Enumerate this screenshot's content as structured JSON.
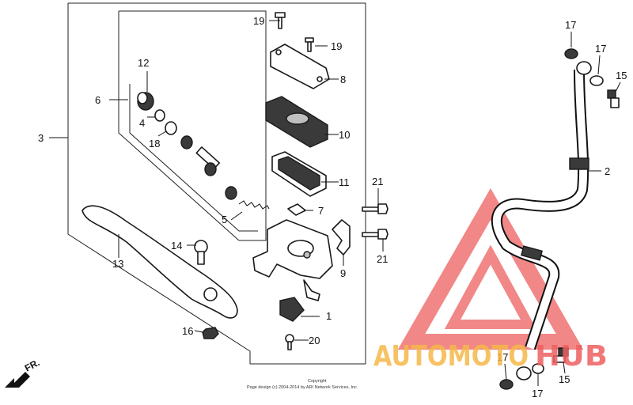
{
  "diagram": {
    "callouts": [
      {
        "id": "c1",
        "label": "1"
      },
      {
        "id": "c2",
        "label": "2"
      },
      {
        "id": "c3",
        "label": "3"
      },
      {
        "id": "c4",
        "label": "4"
      },
      {
        "id": "c5",
        "label": "5"
      },
      {
        "id": "c6",
        "label": "6"
      },
      {
        "id": "c7",
        "label": "7"
      },
      {
        "id": "c8",
        "label": "8"
      },
      {
        "id": "c9",
        "label": "9"
      },
      {
        "id": "c10",
        "label": "10"
      },
      {
        "id": "c11",
        "label": "11"
      },
      {
        "id": "c12",
        "label": "12"
      },
      {
        "id": "c13",
        "label": "13"
      },
      {
        "id": "c14",
        "label": "14"
      },
      {
        "id": "c15a",
        "label": "15"
      },
      {
        "id": "c15b",
        "label": "15"
      },
      {
        "id": "c16",
        "label": "16"
      },
      {
        "id": "c17a",
        "label": "17"
      },
      {
        "id": "c17b",
        "label": "17"
      },
      {
        "id": "c17c",
        "label": "17"
      },
      {
        "id": "c17d",
        "label": "17"
      },
      {
        "id": "c18",
        "label": "18"
      },
      {
        "id": "c19a",
        "label": "19"
      },
      {
        "id": "c19b",
        "label": "19"
      },
      {
        "id": "c20",
        "label": "20"
      },
      {
        "id": "c21a",
        "label": "21"
      },
      {
        "id": "c21b",
        "label": "21"
      }
    ],
    "direction_label": "FR.",
    "copyright": {
      "line1": "Copyright",
      "line2": "Page design (c) 2004-2014 by ARI Network Services, Inc."
    },
    "watermark": {
      "text_part1": "AUTOMOTO",
      "text_part2": "HUB",
      "colors": {
        "triangle": "#f06a6a",
        "text_orange": "#f5b84a",
        "text_red": "#ee6060"
      }
    }
  }
}
